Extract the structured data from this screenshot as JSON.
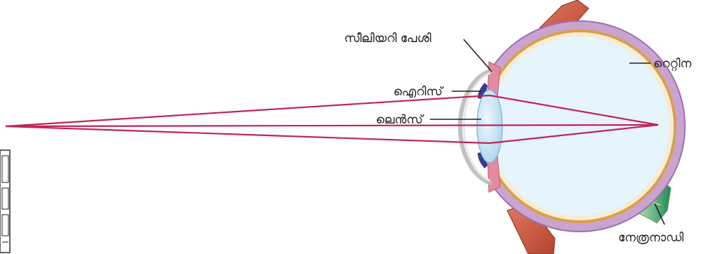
{
  "diagram": {
    "labels": {
      "ciliary_muscle": "സീലിയറി പേശി",
      "retina": "റെറ്റിന",
      "iris": "ഐറിസ്",
      "lens": "ലെൻസ്",
      "optic_nerve": "നേത്രനാഡി"
    },
    "colors": {
      "ray": "#c0245a",
      "sclera": "#c9a4d0",
      "sclera_edge": "#9e6fae",
      "retina": "#f6ecd2",
      "vitreous": "#e6f4fb",
      "lens": "#cfe8f6",
      "iris": "#3b3a8c",
      "muscle": "#c8553d",
      "optic_nerve": "#2e9b5e"
    }
  }
}
